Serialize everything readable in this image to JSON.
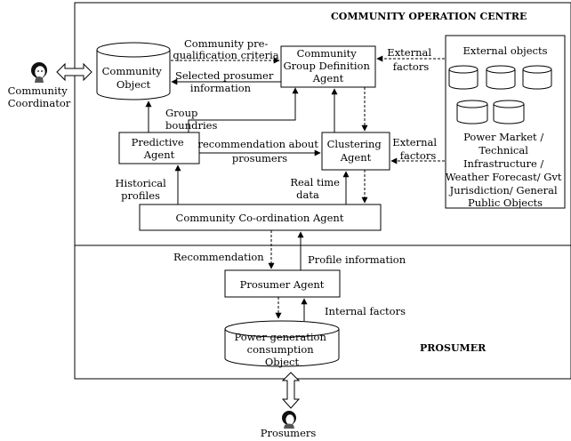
{
  "sections": {
    "operation_centre": "COMMUNITY OPERATION CENTRE",
    "prosumer": "PROSUMER"
  },
  "actors": {
    "coordinator": [
      "Community",
      "Coordinator"
    ],
    "prosumers": "Prosumers"
  },
  "nodes": {
    "community_object": [
      "Community",
      "Object"
    ],
    "group_definition_agent": [
      "Community",
      "Group Definition",
      "Agent"
    ],
    "predictive_agent": [
      "Predictive",
      "Agent"
    ],
    "clustering_agent": [
      "Clustering",
      "Agent"
    ],
    "coordination_agent": "Community Co-ordination  Agent",
    "prosumer_agent": "Prosumer Agent",
    "power_object": [
      "Power generation",
      "consumption",
      "Object"
    ]
  },
  "external_objects": {
    "title": "External objects",
    "description": [
      "Power Market /",
      "Technical",
      "Infrastructure /",
      "Weather Forecast/ Gvt",
      "Jurisdiction/ General",
      "Public Objects"
    ]
  },
  "edge_labels": {
    "prequalification": [
      "Community pre-",
      "qualification criteria"
    ],
    "selected_prosumer": [
      "Selected prosumer",
      "information"
    ],
    "group_boundries": [
      "Group",
      "boundries"
    ],
    "recommendation_about": [
      "recommendation about",
      "prosumers"
    ],
    "external_factors_top": [
      "External",
      "factors"
    ],
    "external_factors_mid": [
      "External",
      "factors"
    ],
    "historical_profiles": [
      "Historical",
      "profiles"
    ],
    "real_time_data": [
      "Real time",
      "data"
    ],
    "recommendation": "Recommendation",
    "profile_information": "Profile information",
    "internal_factors": "Internal factors"
  }
}
